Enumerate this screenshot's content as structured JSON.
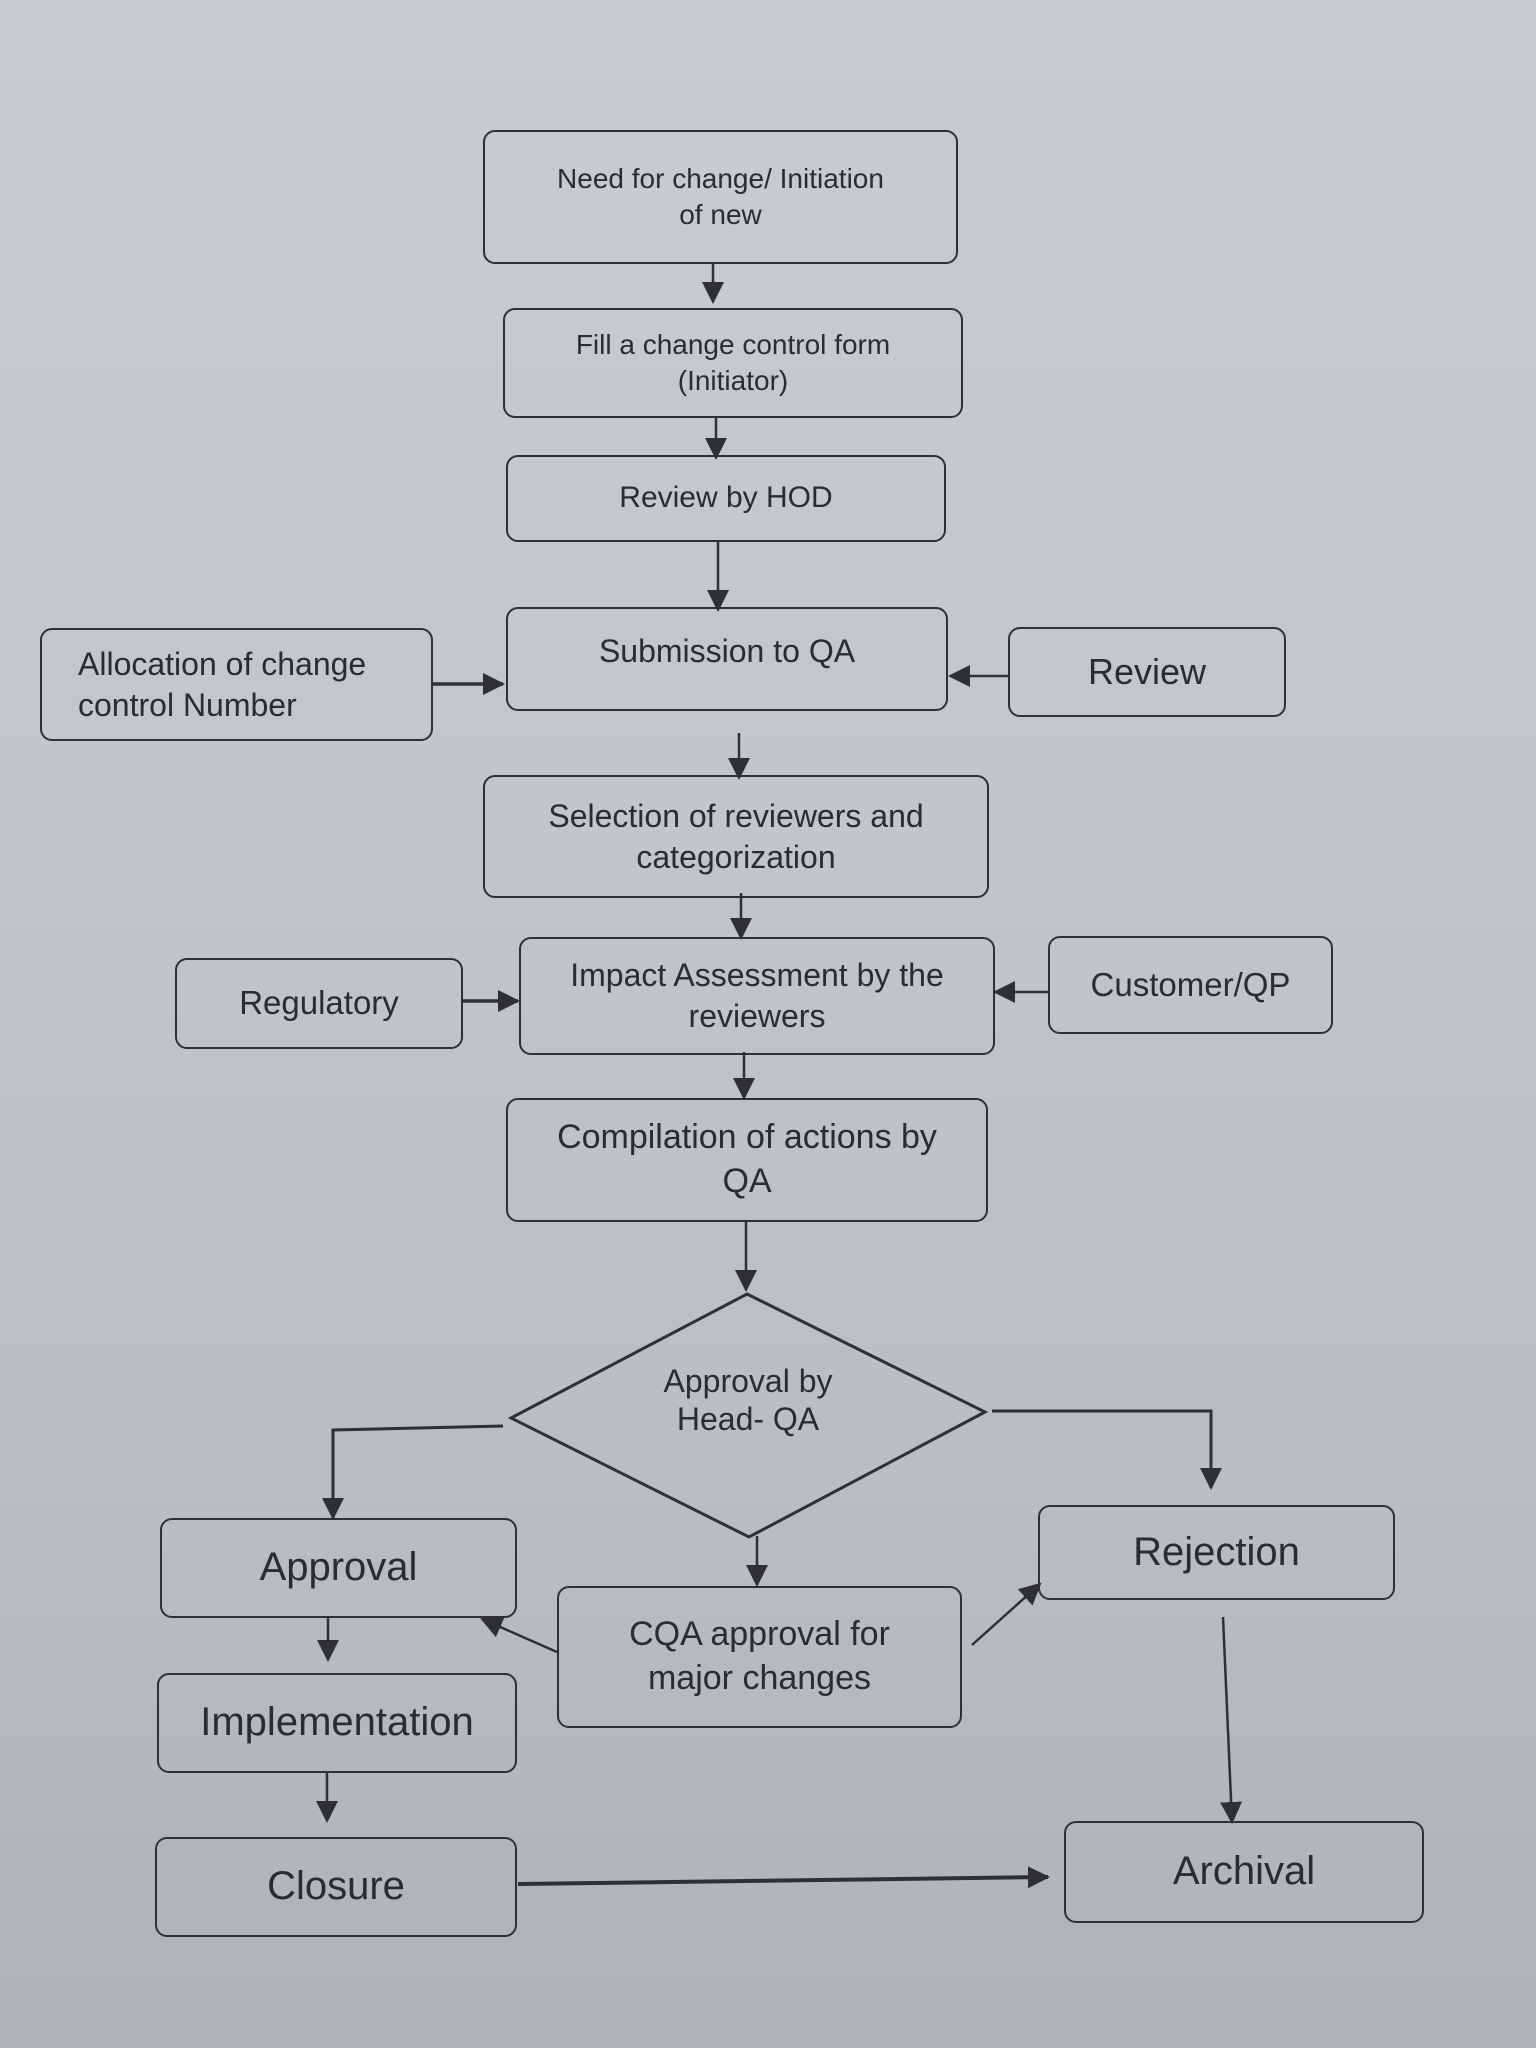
{
  "diagram": {
    "type": "flowchart",
    "nodes": {
      "need_for_change": "Need for change/ Initiation\nof new",
      "fill_form": "Fill a change control form\n(Initiator)",
      "review_hod": "Review by HOD",
      "submission_qa": "Submission to QA",
      "allocation": "Allocation of change\ncontrol Number",
      "review": "Review",
      "selection": "Selection of reviewers and\ncategorization",
      "impact": "Impact Assessment by the\nreviewers",
      "regulatory": "Regulatory",
      "customer_qp": "Customer/QP",
      "compilation": "Compilation of actions by\nQA",
      "decision": "Approval by\nHead- QA",
      "approval": "Approval",
      "cqa": "CQA approval for\nmajor changes",
      "rejection": "Rejection",
      "implementation": "Implementation",
      "closure": "Closure",
      "archival": "Archival"
    },
    "edges": [
      [
        "need_for_change",
        "fill_form"
      ],
      [
        "fill_form",
        "review_hod"
      ],
      [
        "review_hod",
        "submission_qa"
      ],
      [
        "allocation",
        "submission_qa"
      ],
      [
        "review",
        "submission_qa"
      ],
      [
        "submission_qa",
        "selection"
      ],
      [
        "selection",
        "impact"
      ],
      [
        "regulatory",
        "impact"
      ],
      [
        "customer_qp",
        "impact"
      ],
      [
        "impact",
        "compilation"
      ],
      [
        "compilation",
        "decision"
      ],
      [
        "decision",
        "approval"
      ],
      [
        "decision",
        "cqa"
      ],
      [
        "decision",
        "rejection"
      ],
      [
        "cqa",
        "approval"
      ],
      [
        "cqa",
        "rejection"
      ],
      [
        "approval",
        "implementation"
      ],
      [
        "implementation",
        "closure"
      ],
      [
        "closure",
        "archival"
      ],
      [
        "rejection",
        "archival"
      ]
    ]
  }
}
